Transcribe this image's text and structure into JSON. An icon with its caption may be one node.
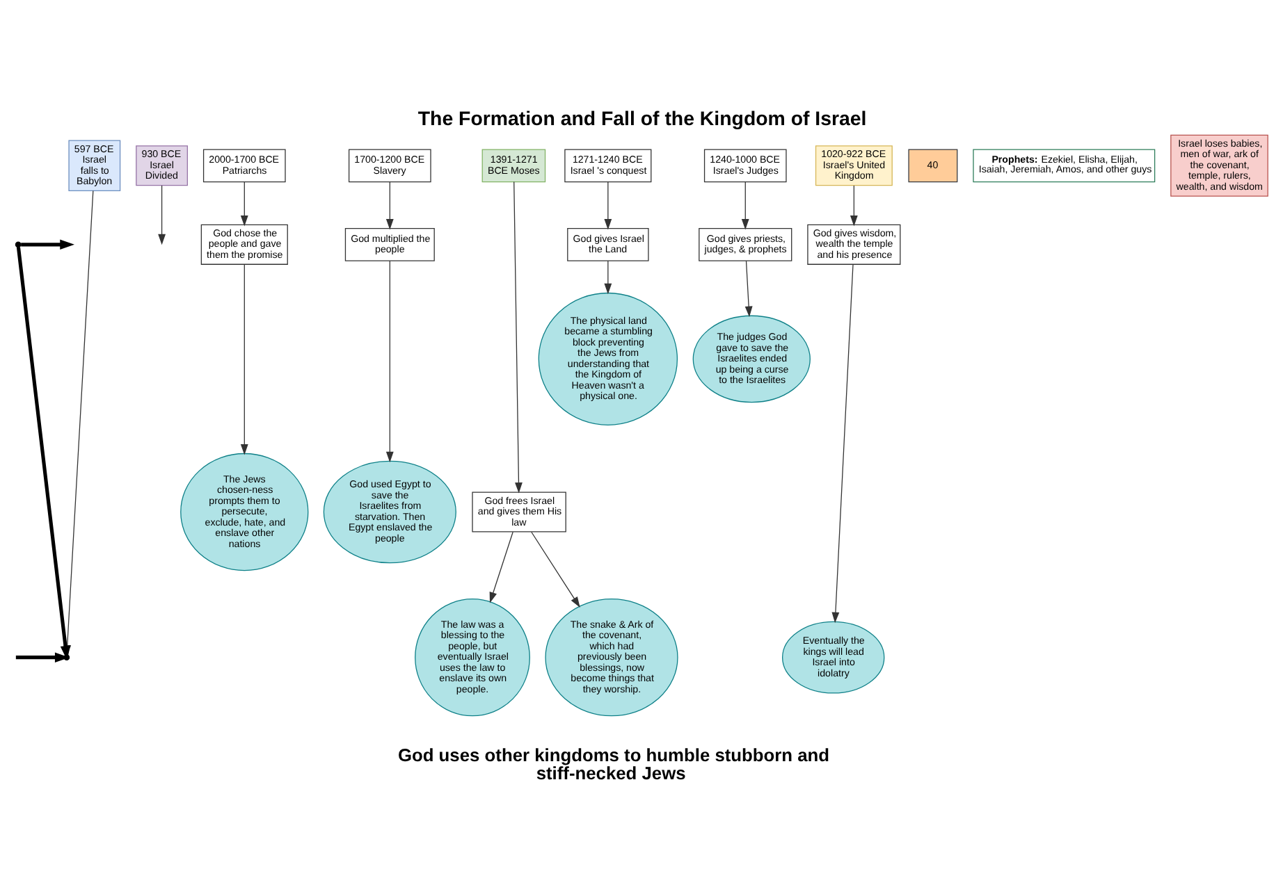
{
  "diagram": {
    "title": "The Formation and Fall of the Kingdom of Israel",
    "caption": "God uses other kingdoms to humble stubborn and stiff-necked Jews",
    "nodes": [
      {
        "text": [
          "**Prophets:** Ezekiel, Elisha, Elijah, Isaiah, Jeremiah, Amos, and other guys"
        ]
      },
      {
        "text": [
          "1020-922 BCE Israel's United Kingdom"
        ]
      },
      {
        "text": [
          "930 BCE Israel Divided"
        ]
      },
      {
        "text": [
          "40"
        ]
      },
      {
        "text": [
          "1240-1000 BCE Israel's Judges"
        ]
      },
      {
        "text": [
          "1271-1240 BCE Israel 's conquest"
        ]
      },
      {
        "text": [
          "1391-1271 BCE Moses"
        ]
      },
      {
        "text": [
          "1700-1200 BCE Slavery"
        ]
      },
      {
        "text": [
          "2000-1700 BCE Patriarchs"
        ]
      },
      {
        "text": [
          "597 BCE Israel falls to Babylon"
        ]
      },
      {
        "text": [
          "God gives wisdom, wealth the temple and his presence"
        ]
      },
      {
        "text": [
          "God gives priests, judges, & prophets"
        ]
      },
      {
        "text": [
          "God gives Israel the Land"
        ]
      },
      {
        "text": [
          "God frees Israel and gives them His law"
        ]
      },
      {
        "text": [
          "God multiplied the people"
        ]
      },
      {
        "text": [
          "God chose the people and gave them the promise"
        ]
      },
      {
        "text": [
          "Israel loses babies, men of war, ark of the covenant, temple, rulers, wealth, and wisdom"
        ]
      },
      {
        "text": [
          "The Jews chosen-ness prompts them to persecute, exclude, hate, and enslave other nations"
        ]
      },
      {
        "text": [
          "God used Egypt to save the Israelites from starvation. Then Egypt enslaved the people"
        ]
      },
      {
        "text": [
          "The law was a blessing to the people, but eventually Israel uses the law to enslave its own people."
        ]
      },
      {
        "text": [
          "The snake & Ark of the covenant, which had previously been blessings, now become things that they worship."
        ]
      },
      {
        "text": [
          "The physical land became a stumbling block preventing the Jews from understanding that the Kingdom of Heaven wasn't a physical one."
        ]
      },
      {
        "text": [
          "The judges God gave to save the Israelites ended up being a curse to the Israelites"
        ]
      },
      {
        "text": [
          "Eventually the kings will lead Israel into idolatry"
        ]
      },
      {
        "text": [],
        "shape": "point"
      },
      {
        "text": [],
        "shape": "point"
      }
    ],
    "edges": [
      {
        "from": 8,
        "to": 15,
        "arrow": "to"
      },
      {
        "from": 15,
        "to": 17,
        "arrow": "to"
      },
      {
        "from": 7,
        "to": 14,
        "arrow": "to"
      },
      {
        "from": 14,
        "to": 18,
        "arrow": "to"
      },
      {
        "from": 6,
        "to": 13,
        "arrow": "to"
      },
      {
        "from": 13,
        "to": 19,
        "arrow": "to"
      },
      {
        "from": 13,
        "to": 20,
        "arrow": "to"
      },
      {
        "from": 5,
        "to": 12,
        "arrow": "to"
      },
      {
        "from": 12,
        "to": 21,
        "arrow": "to"
      },
      {
        "from": 4,
        "to": 11,
        "arrow": "to"
      },
      {
        "from": 11,
        "to": 22,
        "arrow": "to"
      },
      {
        "from": 1,
        "to": 10,
        "arrow": "to"
      },
      {
        "from": 10,
        "to": 23,
        "arrow": "to"
      },
      {
        "from": 2,
        "to": null,
        "arrow": "to"
      },
      {
        "from": 9,
        "to": 25,
        "arrow": "to"
      },
      {
        "from": 24,
        "to": null,
        "arrow": "to",
        "style": "thick"
      },
      {
        "from": 24,
        "to": 25,
        "arrow": "to",
        "style": "thick"
      },
      {
        "from": null,
        "to": 25,
        "arrow": "to",
        "style": "thick"
      }
    ]
  }
}
